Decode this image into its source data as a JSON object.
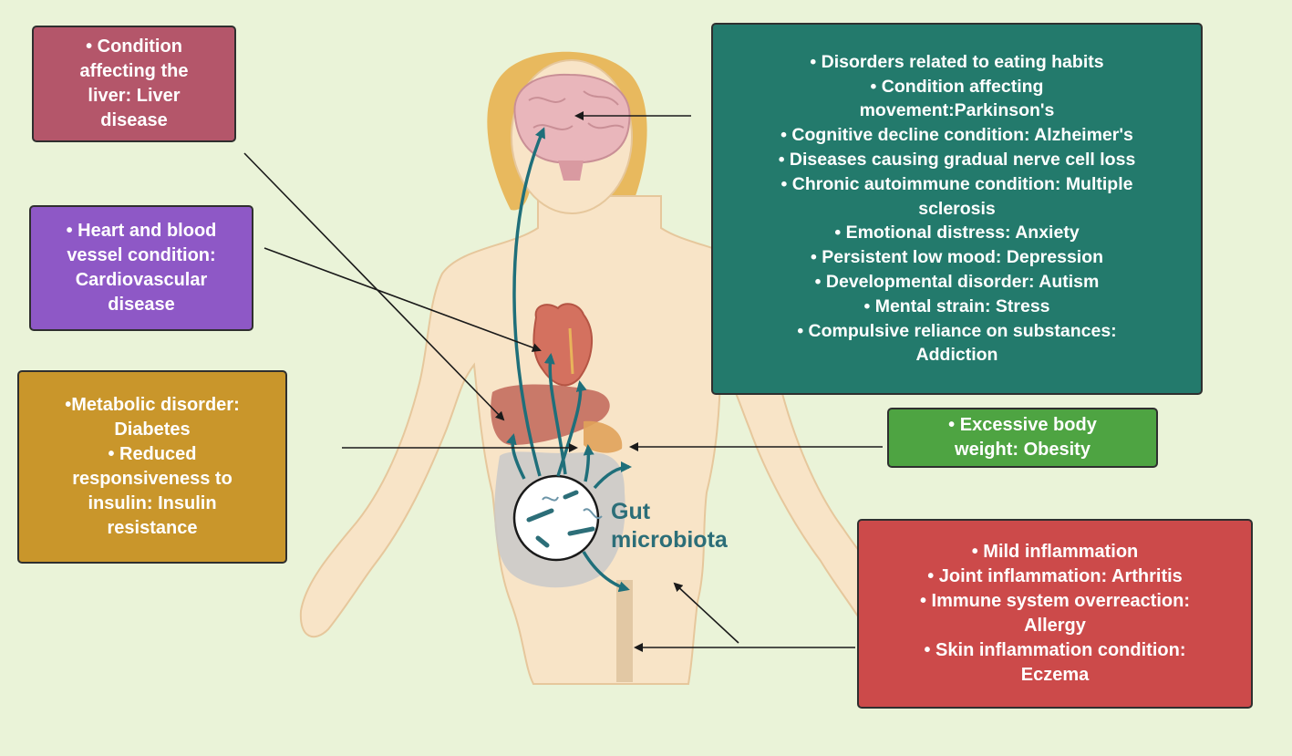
{
  "colors": {
    "background": "#eaf3d8",
    "liver_box": "#b4566a",
    "cardio_box": "#8e58c6",
    "metabolic_box": "#c9962b",
    "brain_box": "#237a6c",
    "obesity_box": "#4ea442",
    "immune_box": "#cc4a4a",
    "pathway_arrow": "#1f6f7a",
    "pointer_arrow": "#1a1a1a"
  },
  "liver": {
    "lines": [
      "• Condition",
      "affecting the",
      "liver: Liver",
      "disease"
    ]
  },
  "cardio": {
    "lines": [
      "• Heart and blood",
      "vessel condition:",
      "Cardiovascular",
      "disease"
    ]
  },
  "metabolic": {
    "lines": [
      "•Metabolic disorder:",
      "Diabetes",
      "• Reduced",
      "responsiveness to",
      "insulin: Insulin",
      "resistance"
    ]
  },
  "brain": {
    "lines": [
      "• Disorders related to eating habits",
      "• Condition affecting",
      "movement:Parkinson's",
      "• Cognitive decline condition: Alzheimer's",
      "• Diseases causing gradual nerve cell loss",
      "• Chronic autoimmune condition: Multiple",
      "sclerosis",
      "• Emotional distress: Anxiety",
      "• Persistent low mood: Depression",
      "• Developmental disorder: Autism",
      "• Mental strain: Stress",
      "• Compulsive reliance on substances:",
      "Addiction"
    ]
  },
  "obesity": {
    "lines": [
      "• Excessive body",
      "weight: Obesity"
    ]
  },
  "immune": {
    "lines": [
      "• Mild inflammation",
      "• Joint inflammation: Arthritis",
      "• Immune system overreaction:",
      "Allergy",
      "• Skin inflammation condition:",
      "Eczema"
    ]
  },
  "gut": {
    "label_line1": "Gut",
    "label_line2": "microbiota"
  }
}
